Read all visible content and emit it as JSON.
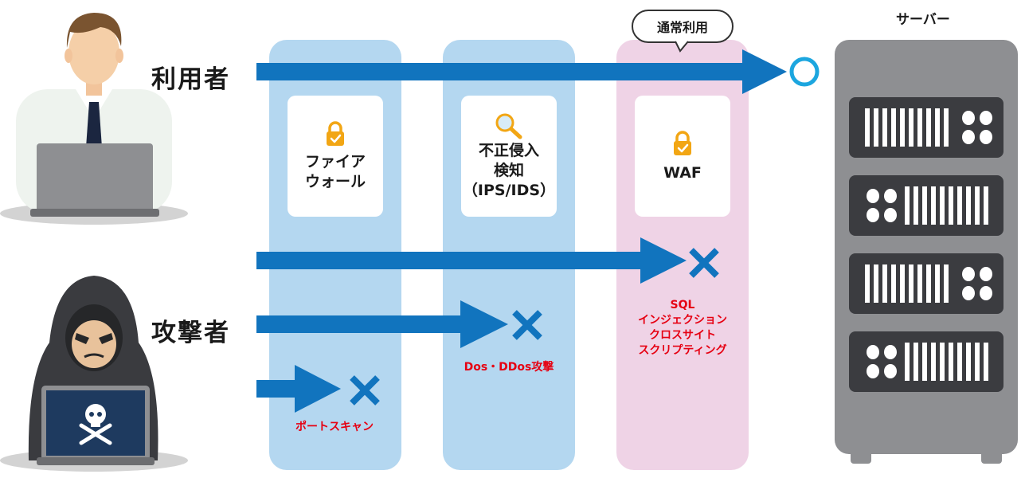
{
  "actors": {
    "user_label": "利用者",
    "attacker_label": "攻撃者"
  },
  "server": {
    "title": "サーバー"
  },
  "bubble": {
    "text": "通常利用"
  },
  "layers": [
    {
      "label": "ファイア\nウォール",
      "icon": "lock-icon"
    },
    {
      "label": "不正侵入\n検知\n（IPS/IDS）",
      "icon": "magnifier-icon"
    },
    {
      "label": "WAF",
      "icon": "lock-icon"
    }
  ],
  "blocked": {
    "port_scan": "ポートスキャン",
    "dos": "Dos・DDos攻撃",
    "waf_attacks": "SQL\nインジェクション\nクロスサイト\nスクリプティング"
  },
  "colors": {
    "arrow": "#1174be",
    "col_blue": "#b4d7f0",
    "col_pink": "#efd3e6",
    "block_x": "#1174be",
    "ok_circle": "#1ca6df",
    "red_text": "#e60012",
    "lock": "#f2a614",
    "server": "#8e8f92"
  }
}
